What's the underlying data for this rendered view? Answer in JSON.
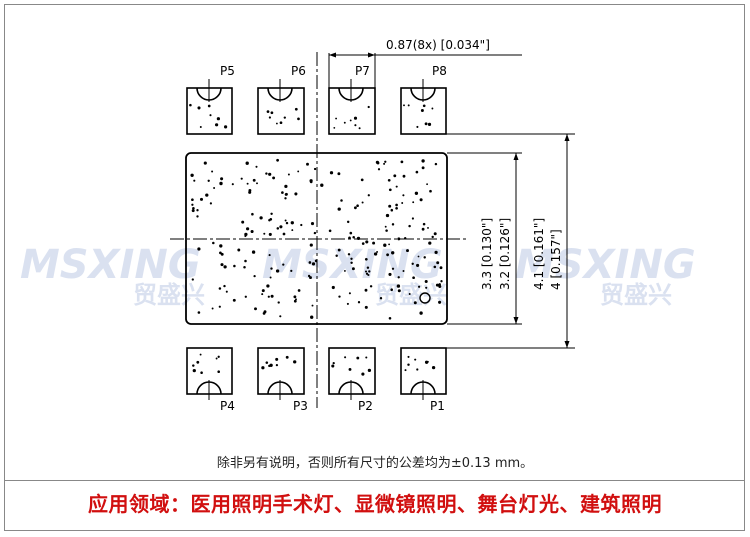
{
  "pins": {
    "top": [
      "P5",
      "P6",
      "P7",
      "P8"
    ],
    "bottom": [
      "P4",
      "P3",
      "P2",
      "P1"
    ]
  },
  "dimensions": {
    "pad_width": "0.87(8x) [0.034\"]",
    "inner_height_1": "3.3 [0.130\"]",
    "inner_height_2": "3.2 [0.126\"]",
    "outer_height_1": "4.1 [0.161\"]",
    "outer_height_2": "4 [0.157\"]"
  },
  "watermark": {
    "brand": "MSXING",
    "chinese": "贸盛兴"
  },
  "note": "除非另有说明，否则所有尺寸的公差均为±0.13 mm。",
  "applications": "应用领域：医用照明手术灯、显微镜照明、舞台灯光、建筑照明"
}
